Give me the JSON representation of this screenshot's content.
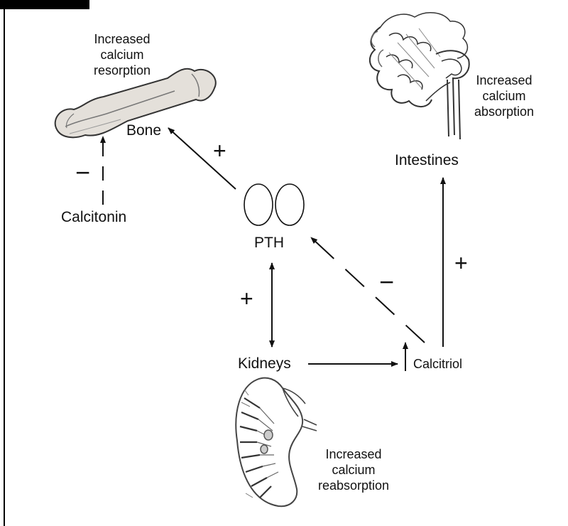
{
  "nodes": {
    "bone": "Bone",
    "calcitonin": "Calcitonin",
    "pth": "PTH",
    "kidneys": "Kidneys",
    "calcitriol": "Calcitriol",
    "intestines": "Intestines"
  },
  "effects": {
    "bone": [
      "Increased",
      "calcium",
      "resorption"
    ],
    "intestines": [
      "Increased",
      "calcium",
      "absorption"
    ],
    "kidneys": [
      "Increased",
      "calcium",
      "reabsorption"
    ]
  },
  "signs": {
    "calcitonin_to_bone": "−",
    "pth_to_bone": "+",
    "pth_kidneys": "+",
    "calcitriol_to_pth": "−",
    "calcitriol_to_intestines": "+"
  },
  "colors": {
    "ink": "#111111",
    "background": "#ffffff"
  },
  "icons": {
    "bone": "bone-sketch-icon",
    "intestines": "intestine-sketch-icon",
    "kidney": "kidney-sketch-icon",
    "parathyroid": "parathyroid-glands-icon"
  }
}
